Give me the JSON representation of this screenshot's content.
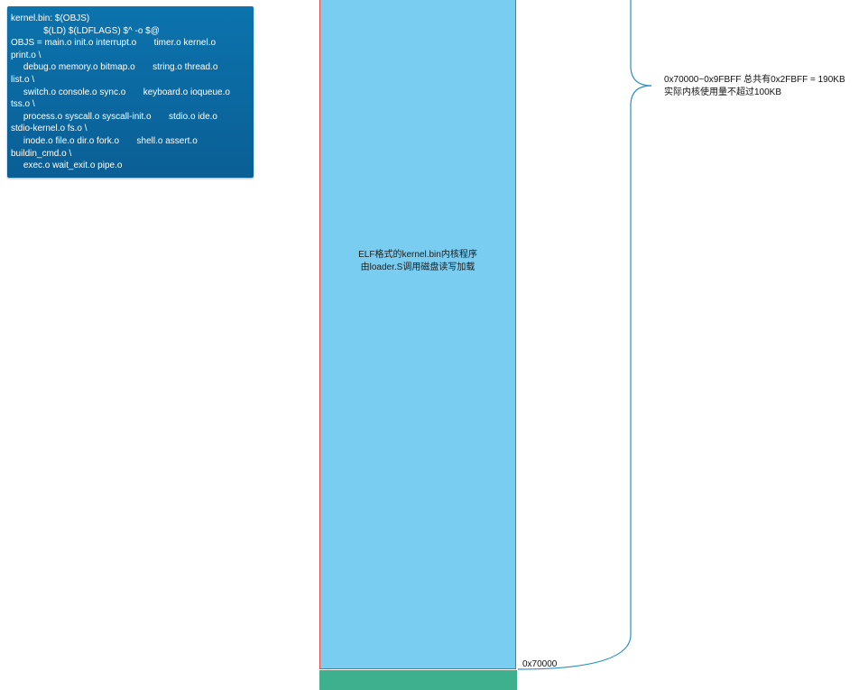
{
  "makefile_note": {
    "lines": [
      "kernel.bin: $(OBJS)",
      "             $(LD) $(LDFLAGS) $^ -o $@",
      "OBJS = main.o init.o interrupt.o       timer.o kernel.o",
      "print.o \\",
      "     debug.o memory.o bitmap.o       string.o thread.o",
      "list.o \\",
      "     switch.o console.o sync.o       keyboard.o ioqueue.o",
      "tss.o \\",
      "     process.o syscall.o syscall-init.o       stdio.o ide.o",
      "stdio-kernel.o fs.o \\",
      "     inode.o file.o dir.o fork.o       shell.o assert.o",
      "buildin_cmd.o \\",
      "     exec.o wait_exit.o pipe.o"
    ]
  },
  "kernel_region": {
    "label_line1": "ELF格式的kernel.bin内核程序",
    "label_line2": "由loader.S调用磁盘读写加载",
    "color": "#79cdf0",
    "border_color": "#e0483e"
  },
  "below_region": {
    "color": "#3fb08d"
  },
  "base_address": "0x70000",
  "brace_annotation": {
    "line1": "0x70000~0x9FBFF 总共有0x2FBFF = 190KB",
    "line2": "实际内核使用量不超过100KB",
    "color": "#2a8fc7"
  }
}
